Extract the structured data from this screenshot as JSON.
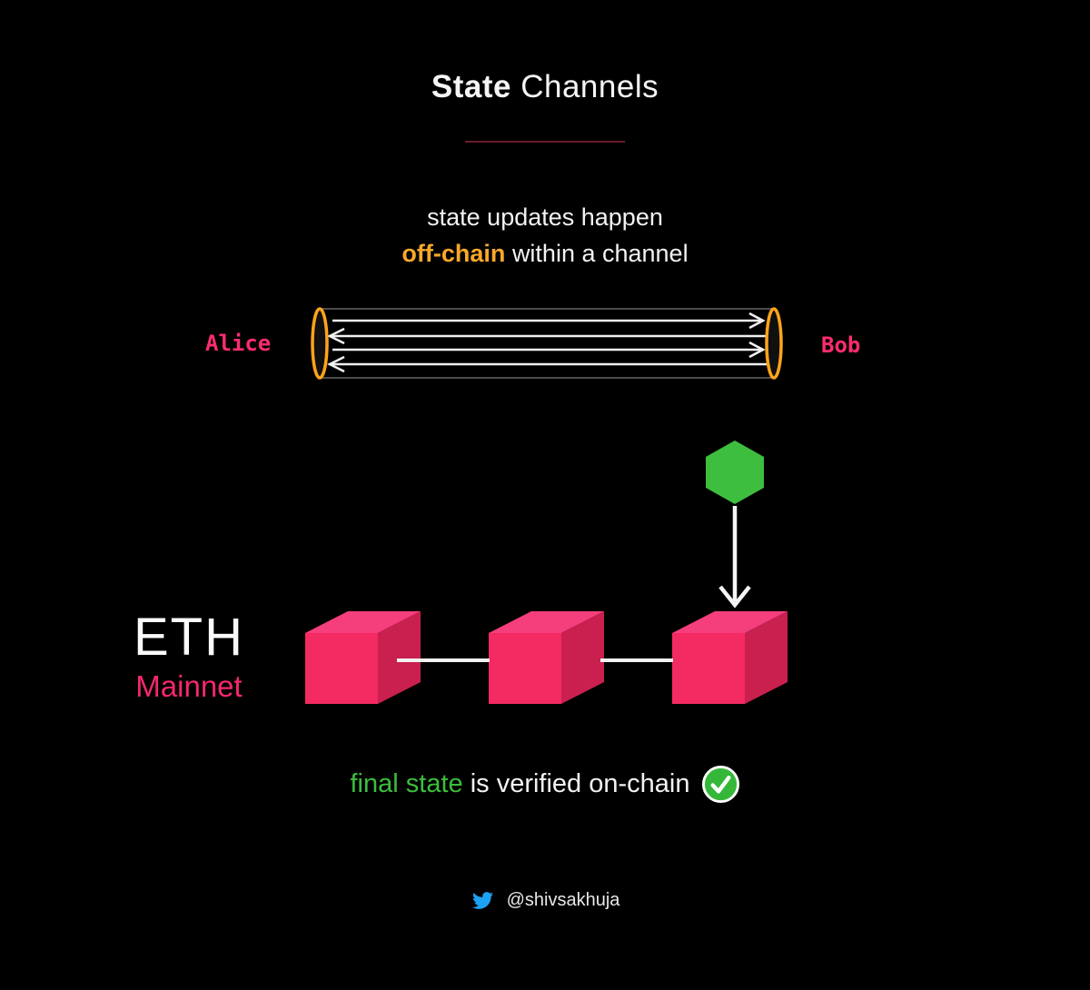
{
  "title": {
    "emphasis": "State",
    "rest": "Channels"
  },
  "subtitle": {
    "line1": "state updates happen",
    "line2_highlight": "off-chain",
    "line2_rest": "within a channel"
  },
  "channel": {
    "left_party": "Alice",
    "right_party": "Bob",
    "message_arrows": [
      "right",
      "left",
      "right",
      "left"
    ],
    "endpoint_shape": "orange-ellipse-portal"
  },
  "pending_state": {
    "shape": "green-hexagon",
    "flow": "arrow-down-to-latest-block"
  },
  "blockchain": {
    "network_name": "ETH",
    "network_subtitle": "Mainnet",
    "block_count": 3
  },
  "caption": {
    "highlight": "final state",
    "rest": "is verified on-chain",
    "icon": "check-circle-icon"
  },
  "footer": {
    "icon": "twitter-icon",
    "handle": "@shivsakhuja"
  },
  "colors": {
    "background": "#000000",
    "text_primary": "#f2f2f2",
    "pink_accent": "#fb2d6e",
    "pink_block_front": "#f42a62",
    "pink_block_top": "#f53e7c",
    "pink_block_side": "#c9204f",
    "orange_text": "#f9a82a",
    "orange_channel_ring": "#ffa41b",
    "green_hexagon": "#3ebe3e",
    "green_text": "#3cbe3c",
    "green_check": "#35b83a",
    "twitter_blue": "#1da1f2",
    "divider_maroon": "#6c1a2f",
    "channel_outline": "#9a9a9a",
    "arrow_white": "#f0f0f0"
  }
}
